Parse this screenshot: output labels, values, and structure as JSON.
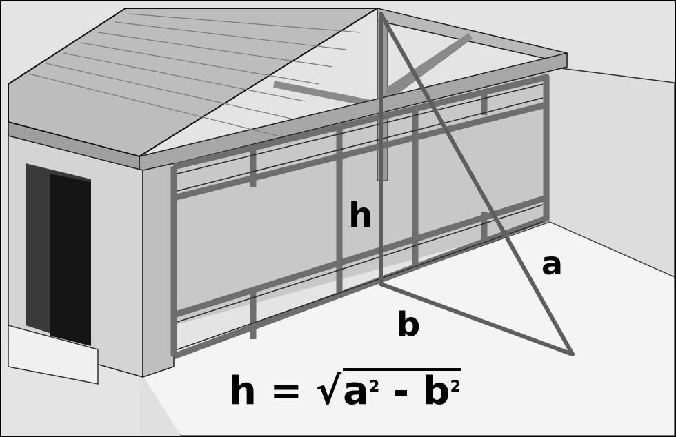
{
  "diagram": {
    "labels": {
      "h": "h",
      "a": "a",
      "b": "b"
    },
    "formula": {
      "lhs": "h",
      "equals": "=",
      "radical_symbol": "√",
      "term1_base": "a",
      "term1_exp": "2",
      "operator": "-",
      "term2_base": "b",
      "term2_exp": "2"
    },
    "colors": {
      "outline": "#000000",
      "measure_line": "#6a6a6a",
      "wall": "#d6d6d6",
      "floor": "#f4f4f4",
      "frame": "#8e8e8e"
    }
  }
}
